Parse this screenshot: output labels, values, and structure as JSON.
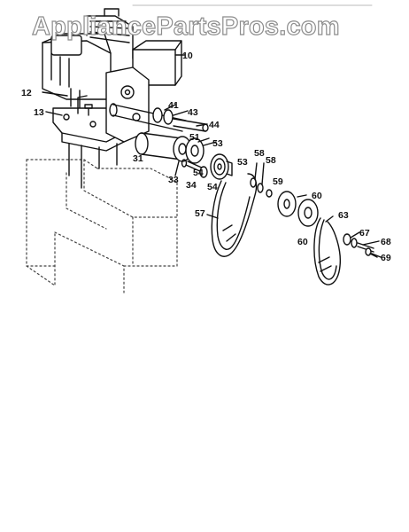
{
  "watermark": {
    "text": "AppliancePartsPros.com"
  },
  "callouts": {
    "p10": "10",
    "p12": "12",
    "p13": "13",
    "p41": "41",
    "p43": "43",
    "p44": "44",
    "p51": "51",
    "p53a": "53",
    "p53b": "53",
    "p31": "31",
    "p33": "33",
    "p34": "34",
    "p54a": "54",
    "p54b": "54",
    "p58a": "58",
    "p58b": "58",
    "p59": "59",
    "p60a": "60",
    "p60b": "60",
    "p57": "57",
    "p63": "63",
    "p67": "67",
    "p68": "68",
    "p69": "69"
  }
}
